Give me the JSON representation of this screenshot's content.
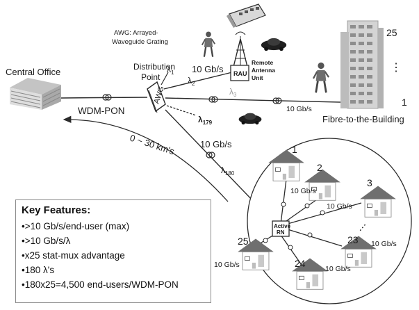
{
  "labels": {
    "awg_note_1": "AWG: Arrayed-",
    "awg_note_2": "Waveguide Grating",
    "central_office": "Central Office",
    "distribution_1": "Distribution",
    "distribution_2": "Point",
    "awg": "AWG",
    "wdm_pon": "WDM-PON",
    "rate_rau": "10 Gb/s",
    "rau": "RAU",
    "remote_1": "Remote",
    "remote_2": "Antenna",
    "remote_3": "Unit",
    "rate_fibre": "10 Gb/s",
    "fibre_building": "Fibre-to-the-Building",
    "floor_top": "25",
    "floor_dots": "⋮",
    "floor_bottom": "1",
    "distance": "0 ~ 30 km's",
    "rate_rn_link": "10 Gb/s",
    "active_rn_1": "Active",
    "active_rn_2": "RN",
    "rate_h2": "10 Gb/s",
    "rate_h3": "10 Gb/s",
    "rate_h23": "10 Gb/s",
    "rate_h24": "10 Gb/s",
    "rate_h25": "10 Gb/s"
  },
  "wavelengths": {
    "l1": "λ1",
    "l2": "λ2",
    "l3": "λ3",
    "l179": "λ179",
    "l180": "λ180"
  },
  "houses": {
    "h1": "1",
    "h2": "2",
    "h3": "3",
    "h23": "23",
    "h24": "24",
    "h25": "25",
    "dots": "⋮"
  },
  "key_features": {
    "title": "Key Features:",
    "items": [
      ">10 Gb/s/end-user (max)",
      ">10 Gb/s/λ",
      "x25 stat-mux advantage",
      "180 λ's",
      "180x25=4,500 end-users/WDM-PON"
    ]
  },
  "colors": {
    "line": "#2b2b2b",
    "house_roof": "#6f6f6f",
    "house_wall": "#ffffff",
    "building": "#d4d4d4",
    "border": "#8a8a8a"
  },
  "icons": [
    "central-office-building",
    "awg-device",
    "antenna-tower",
    "car",
    "train",
    "person",
    "high-rise-building",
    "house",
    "coil"
  ]
}
